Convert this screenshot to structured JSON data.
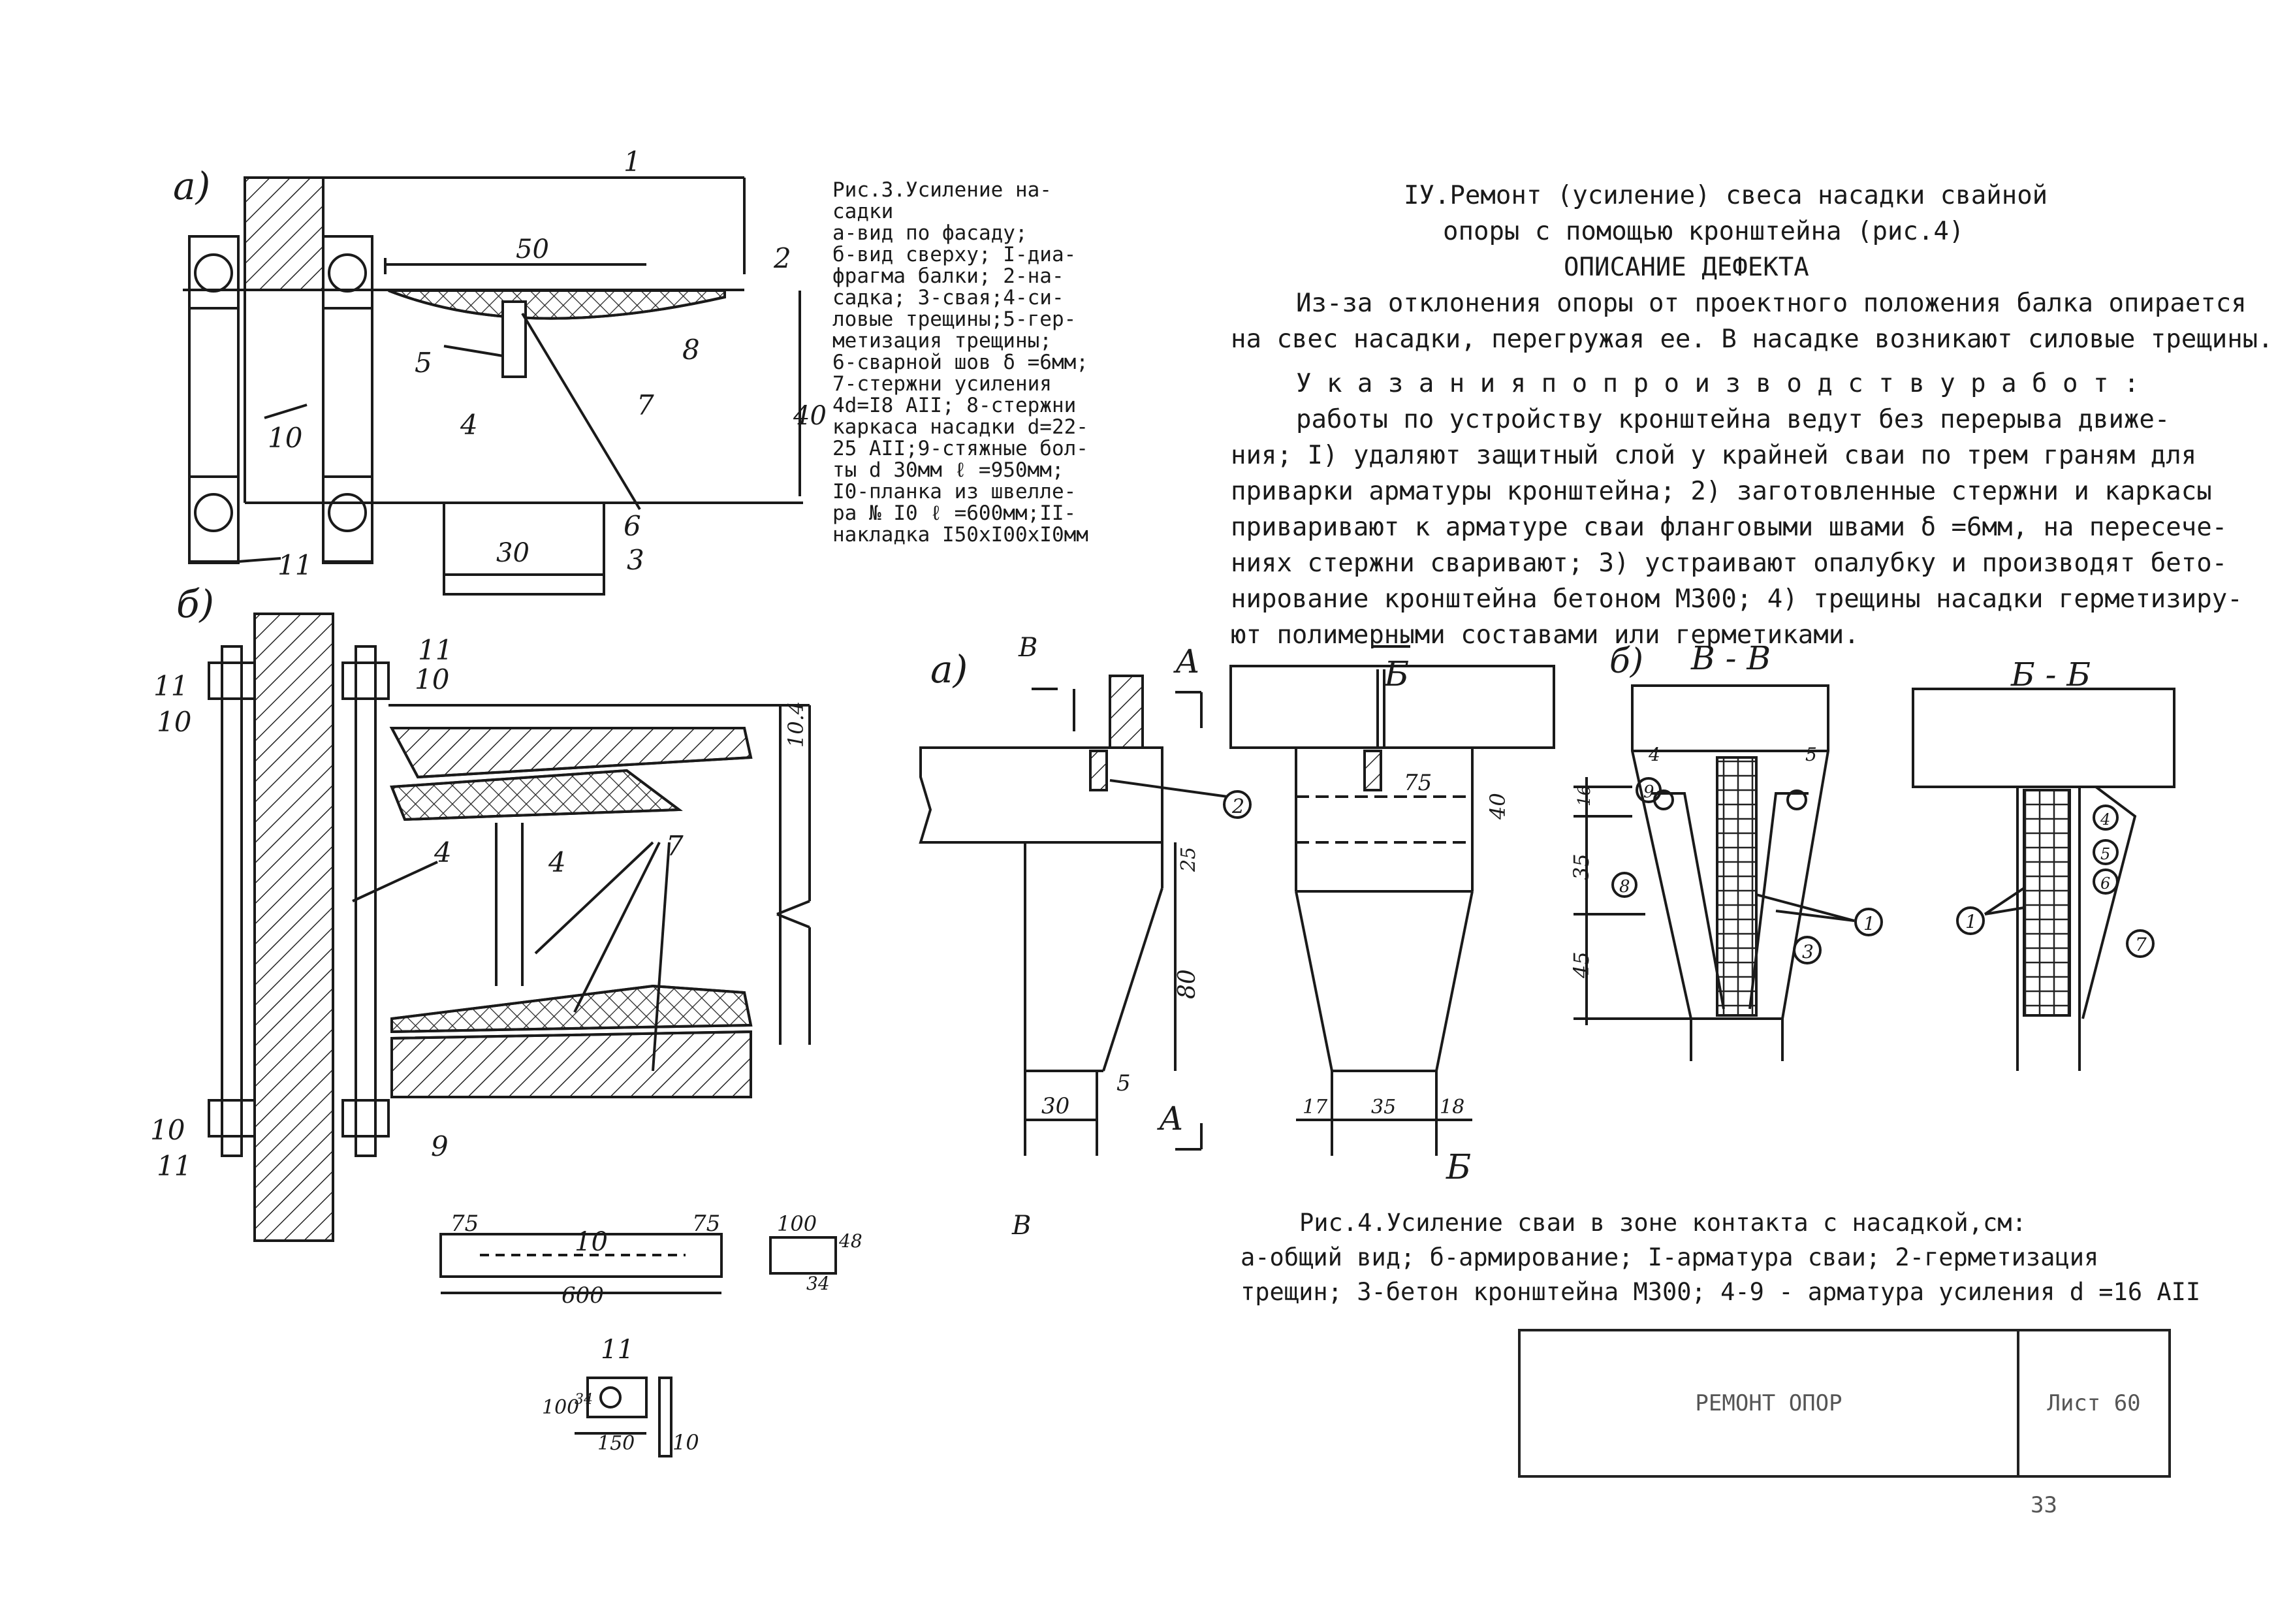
{
  "fig3": {
    "panel_a": "а)",
    "panel_b": "б)",
    "caption": "Рис.3.Усиление на-\nсадки\nа-вид по фасаду;\nб-вид сверху; I-диа-\nфрагма балки; 2-на-\nсадка; 3-свая;4-си-\nловые трещины;5-гер-\nметизация трещины;\n6-сварной шов δ =6мм;\n7-стержни усиления\n4d=I8 AII; 8-стержни\nкаркаса насадки d=22-\n25 AII;9-стяжные бол-\nты d 30мм ℓ =950мм;\nI0-планка из швелле-\nра № I0 ℓ =600мм;II-\nнакладка I50xI00xI0мм",
    "labels_a": [
      "1",
      "2",
      "3",
      "4",
      "5",
      "6",
      "7",
      "8",
      "10",
      "11"
    ],
    "dims_a": [
      "50",
      "40",
      "30"
    ],
    "labels_b": [
      "11",
      "10",
      "10",
      "11",
      "4",
      "4",
      "7",
      "9",
      "10",
      "11"
    ],
    "dims_b": [
      "10.4"
    ],
    "detail_plank": {
      "dims": [
        "75",
        "75",
        "600"
      ],
      "label": "10"
    },
    "detail_channel": {
      "dims": [
        "100",
        "48",
        "34"
      ]
    },
    "detail_plate": {
      "label": "11",
      "dims": [
        "100",
        "150",
        "34"
      ],
      "side": "10"
    }
  },
  "section4": {
    "heading_line1": "IУ.Ремонт (усиление) свеса насадки свайной",
    "heading_line2": "опоры с помощью кронштейна  (рис.4)",
    "defect_title": "ОПИСАНИЕ ДЕФЕКТА",
    "defect_text": [
      "Из-за отклонения опоры от проектного положения балка опирается",
      "на свес насадки, перегружая ее. В насадке возникают силовые трещины."
    ],
    "instr_heading": "У к а з а н и я   п о   п р о и з в о д с т в у   р а б о т :",
    "instr_text": [
      "работы по    устройству кронштейна ведут без перерыва движе-",
      "ния; I) удаляют защитный слой у крайней сваи по трем граням для",
      "приварки арматуры кронштейна; 2) заготовленные стержни и каркасы",
      "приваривают к арматуре сваи фланговыми швами δ =6мм, на пересече-",
      "ниях стержни сваривают; 3) устраивают опалубку и производят бето-",
      "нирование кронштейна бетоном М300; 4) трещины насадки герметизиру-",
      "ют полимерными составами или герметиками."
    ]
  },
  "fig4": {
    "panel_a": "а)",
    "panel_b": "б)",
    "section_vv": "В - В",
    "section_bb": "Б - Б",
    "cut_letters": [
      "В",
      "А",
      "А",
      "Б",
      "Б",
      "В"
    ],
    "dims_a": [
      "25",
      "80",
      "30",
      "5"
    ],
    "dims_mid": [
      "75",
      "40",
      "17",
      "35",
      "18"
    ],
    "dims_vv": [
      "4",
      "5",
      "16",
      "35",
      "45"
    ],
    "callouts": [
      "2",
      "9",
      "8",
      "1",
      "3",
      "4",
      "5",
      "6",
      "1",
      "7"
    ],
    "caption_lines": [
      "Рис.4.Усиление сваи в зоне контакта с насадкой,см:",
      "а-общий вид; б-армирование; I-арматура сваи; 2-герметизация",
      "трещин; 3-бетон кронштейна М300; 4-9 - арматура усиления d =16 AII"
    ]
  },
  "title_block": {
    "name": "РЕМОНТ ОПОР",
    "sheet": "Лист 60"
  },
  "page_number": "33"
}
